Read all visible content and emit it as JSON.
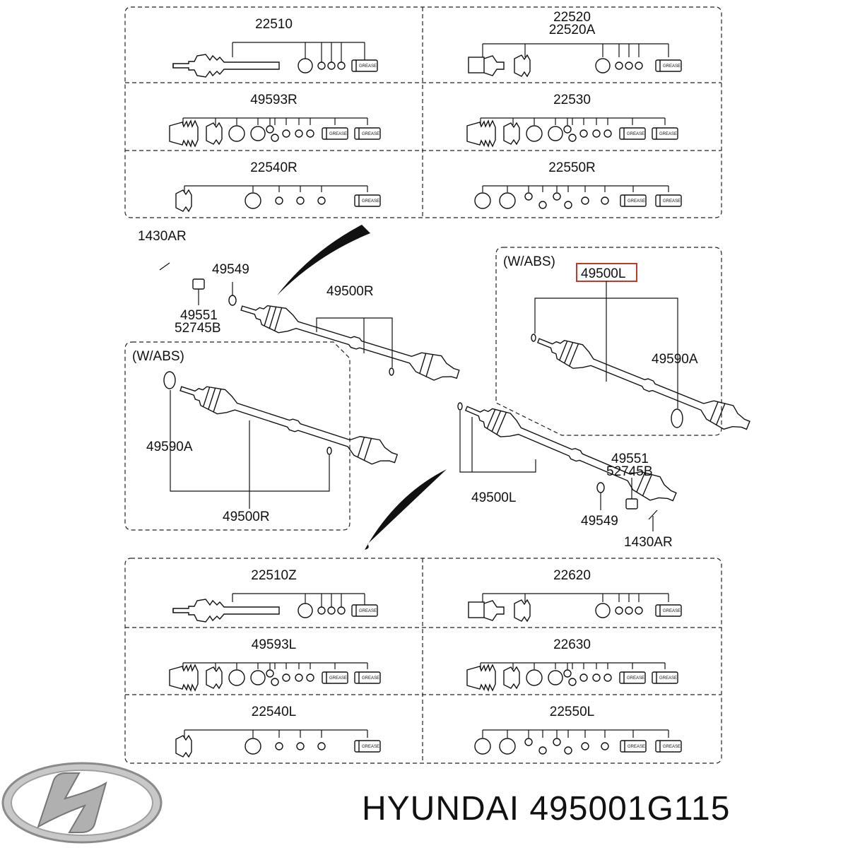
{
  "kits": [
    {
      "id": "22510",
      "labels": [
        "22510"
      ]
    },
    {
      "id": "22520",
      "labels": [
        "22520",
        "22520A"
      ]
    },
    {
      "id": "49593R",
      "labels": [
        "49593R"
      ]
    },
    {
      "id": "22530",
      "labels": [
        "22530"
      ]
    },
    {
      "id": "22540R",
      "labels": [
        "22540R"
      ]
    },
    {
      "id": "22550R",
      "labels": [
        "22550R"
      ]
    },
    {
      "id": "22510Z",
      "labels": [
        "22510Z"
      ]
    },
    {
      "id": "22620",
      "labels": [
        "22620"
      ]
    },
    {
      "id": "49593L",
      "labels": [
        "49593L"
      ]
    },
    {
      "id": "22630",
      "labels": [
        "22630"
      ]
    },
    {
      "id": "22540L",
      "labels": [
        "22540L"
      ]
    },
    {
      "id": "22550L",
      "labels": [
        "22550L"
      ]
    }
  ],
  "grease_label": "GREASE",
  "callouts": {
    "bolt_r": "1430AR",
    "ring_r": "49549",
    "nut_r_1": "49551",
    "nut_r_2": "52745B",
    "shaft_r": "49500R",
    "abs_left_title": "(W/ABS)",
    "abs_left_ring": "49590A",
    "abs_left_shaft": "49500R",
    "abs_right_title": "(W/ABS)",
    "abs_right_shaft": "49500L",
    "abs_right_ring": "49590A",
    "shaft_l": "49500L",
    "nut_l_1": "49551",
    "nut_l_2": "52745B",
    "ring_l": "49549",
    "bolt_l": "1430AR"
  },
  "highlight": {
    "part": "49500L",
    "color": "#c0392b"
  },
  "brand": {
    "logo": "hyundai-logo",
    "caption": "HYUNDAI 495001G115"
  }
}
